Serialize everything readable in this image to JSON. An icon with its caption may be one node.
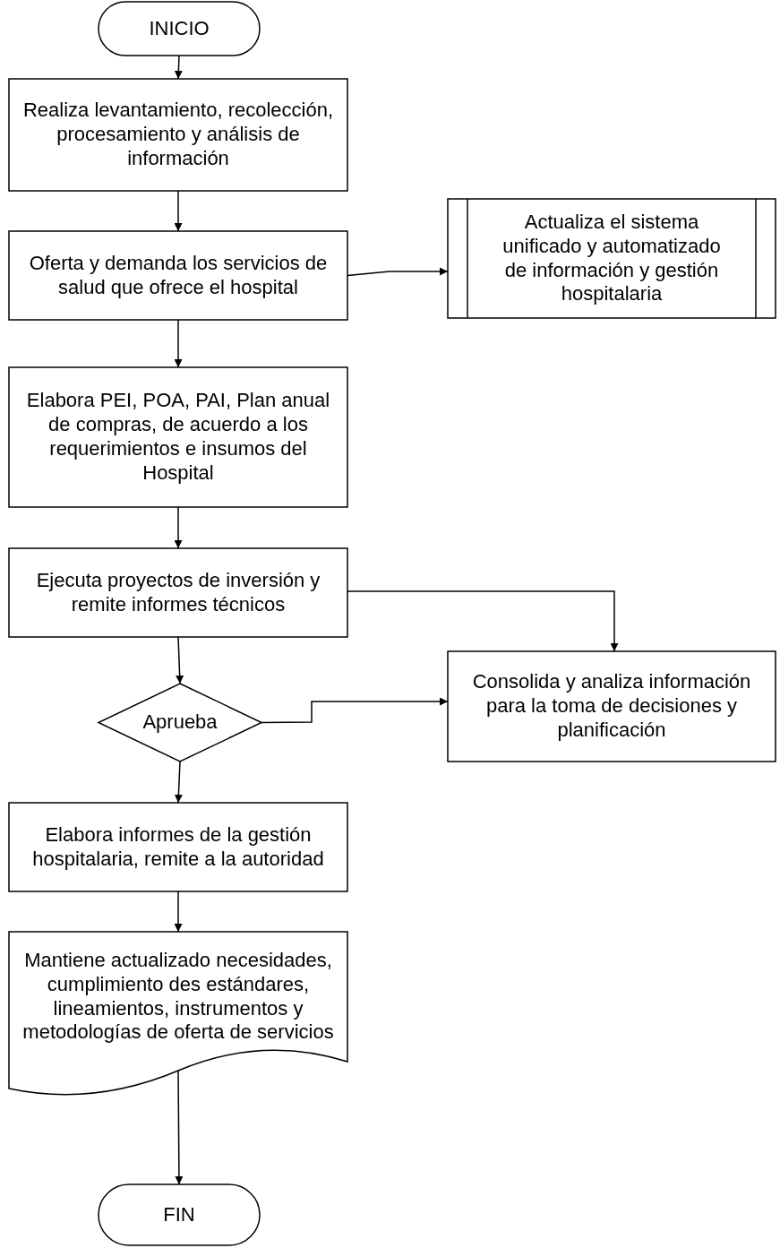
{
  "diagram": {
    "nodes": [
      {
        "text": [
          "INICIO"
        ]
      },
      {
        "text": [
          "Realiza levantamiento, recolección, procesamiento y análisis de información"
        ]
      },
      {
        "text": [
          "Oferta y demanda los servicios de salud que ofrece el hospital"
        ]
      },
      {
        "text": [
          "Actualiza el sistema unificado y automatizado de información y gestión hospitalaria"
        ]
      },
      {
        "text": [
          "Elabora PEI, POA, PAI, Plan anual de compras, de acuerdo a los requerimientos e insumos del Hospital"
        ]
      },
      {
        "text": [
          "Ejecuta proyectos de inversión y remite informes técnicos"
        ]
      },
      {
        "text": [
          "Aprueba"
        ]
      },
      {
        "text": [
          "Consolida y analiza información para la toma de decisiones y planificación"
        ]
      },
      {
        "text": [
          "Elabora informes de la gestión hospitalaria, remite a la autoridad"
        ]
      },
      {
        "text": [
          "Mantiene actualizado necesidades, cumplimiento des estándares, lineamientos, instrumentos y metodologías de oferta de servicios"
        ]
      },
      {
        "text": [
          "FIN"
        ]
      }
    ],
    "edges": [
      {
        "from": 0,
        "to": 1,
        "arrow": "to"
      },
      {
        "from": 1,
        "to": 2,
        "arrow": "to"
      },
      {
        "from": 2,
        "to": 3,
        "arrow": "to"
      },
      {
        "from": 2,
        "to": 4,
        "arrow": "to"
      },
      {
        "from": 4,
        "to": 5,
        "arrow": "to"
      },
      {
        "from": 5,
        "to": 7,
        "arrow": "to"
      },
      {
        "from": 5,
        "to": 6,
        "arrow": "to"
      },
      {
        "from": 6,
        "to": 7,
        "arrow": "to"
      },
      {
        "from": 6,
        "to": 8,
        "arrow": "to"
      },
      {
        "from": 8,
        "to": 9,
        "arrow": "to"
      },
      {
        "from": 9,
        "to": 10,
        "arrow": "to"
      }
    ]
  }
}
